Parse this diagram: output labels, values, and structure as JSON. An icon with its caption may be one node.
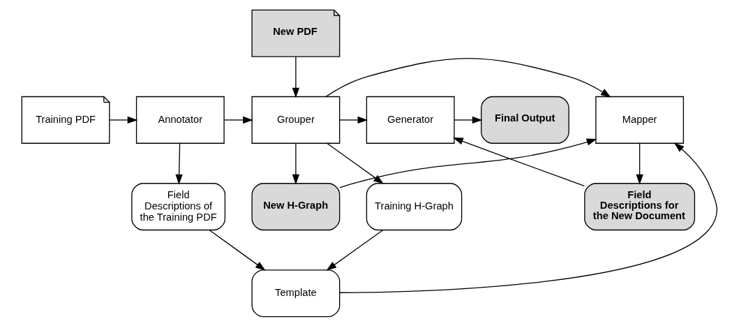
{
  "diagram": {
    "nodes": [
      {
        "text": [
          "New PDF"
        ]
      },
      {
        "text": [
          "Training PDF"
        ]
      },
      {
        "text": [
          "Annotator"
        ]
      },
      {
        "text": [
          "Grouper"
        ]
      },
      {
        "text": [
          "Mapper"
        ]
      },
      {
        "text": [
          "Generator"
        ]
      },
      {
        "text": [
          "Final Output"
        ]
      },
      {
        "text": [
          "Field Descriptions of the Training PDF"
        ]
      },
      {
        "text": [
          "Training H-Graph"
        ]
      },
      {
        "text": [
          "New H-Graph"
        ]
      },
      {
        "text": [
          "Field Descriptions for the New Document"
        ]
      },
      {
        "text": [
          "Template"
        ]
      }
    ],
    "edges": [
      {
        "from": 1,
        "to": 2,
        "arrow": "to"
      },
      {
        "from": 2,
        "to": 3,
        "arrow": "to"
      },
      {
        "from": 3,
        "to": 4,
        "arrow": "to"
      },
      {
        "from": 5,
        "to": 6,
        "arrow": "to"
      },
      {
        "from": 0,
        "to": 3,
        "arrow": "to"
      },
      {
        "from": 3,
        "to": 5,
        "arrow": "to"
      },
      {
        "from": 2,
        "to": 7,
        "arrow": "to"
      },
      {
        "from": 3,
        "to": 8,
        "arrow": "to"
      },
      {
        "from": 3,
        "to": 9,
        "arrow": "to"
      },
      {
        "from": 9,
        "to": 4,
        "arrow": "to"
      },
      {
        "from": 11,
        "to": 4,
        "arrow": "to"
      },
      {
        "from": 4,
        "to": 10,
        "arrow": "to"
      },
      {
        "from": 10,
        "to": 5,
        "arrow": "to"
      },
      {
        "from": 7,
        "to": 11,
        "arrow": "to"
      },
      {
        "from": 8,
        "to": 11,
        "arrow": "to"
      }
    ]
  }
}
